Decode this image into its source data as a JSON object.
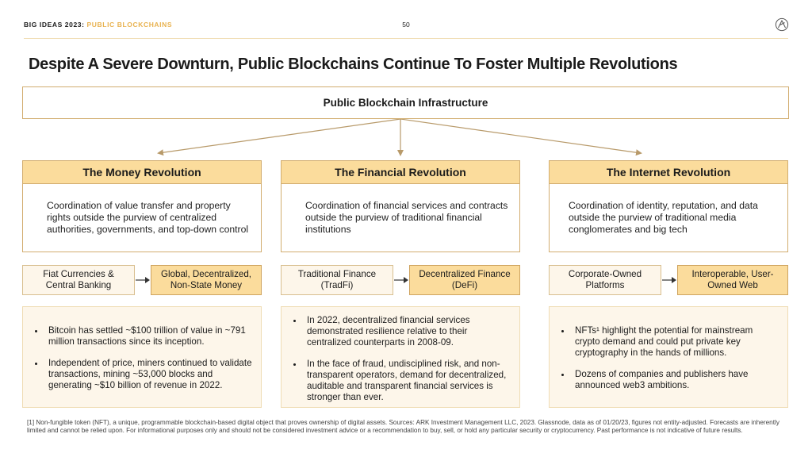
{
  "header": {
    "prefix": "BIG IDEAS 2023:",
    "section": "PUBLIC BLOCKCHAINS",
    "page_number": "50",
    "logo_icon": "ark-logo-icon"
  },
  "title": "Despite A Severe Downturn, Public Blockchains Continue To Foster Multiple Revolutions",
  "infrastructure": "Public Blockchain Infrastructure",
  "colors": {
    "accent": "#e8b24f",
    "header_fill": "#fbdc9c",
    "border": "#d2ad6f",
    "bullet_fill": "#fdf6ea"
  },
  "columns": [
    {
      "heading": "The Money Revolution",
      "description": "Coordination of value transfer and property rights outside the purview of centralized authorities, governments, and top-down control",
      "from": [
        "Fiat Currencies &",
        "Central Banking"
      ],
      "to": [
        "Global, Decentralized,",
        "Non-State Money"
      ],
      "bullets": [
        "Bitcoin has settled ~$100 trillion of value in ~791 million transactions since its inception.",
        "Independent of price, miners continued to validate transactions, mining ~53,000 blocks and generating ~$10 billion of revenue in 2022."
      ]
    },
    {
      "heading": "The Financial Revolution",
      "description": "Coordination of financial services and contracts outside the purview of traditional financial institutions",
      "from": [
        "Traditional Finance",
        "(TradFi)"
      ],
      "to": [
        "Decentralized Finance",
        "(DeFi)"
      ],
      "bullets": [
        "In 2022, decentralized financial services demonstrated resilience relative to their centralized counterparts in 2008-09.",
        "In the face of fraud, undisciplined risk, and non-transparent operators, demand for decentralized, auditable and transparent financial services is stronger than ever."
      ]
    },
    {
      "heading": "The Internet Revolution",
      "description": "Coordination of identity, reputation, and data outside the purview of traditional media conglomerates and big tech",
      "from": [
        "Corporate-Owned",
        "Platforms"
      ],
      "to": [
        "Interoperable, User-",
        "Owned Web"
      ],
      "bullets": [
        "NFTs¹ highlight the potential for mainstream crypto demand and could put private key cryptography in the hands of millions.",
        "Dozens of companies and publishers have announced web3 ambitions."
      ]
    }
  ],
  "footnote": "[1] Non-fungible token (NFT), a unique, programmable blockchain-based digital object that proves ownership of digital assets. Sources: ARK Investment Management LLC, 2023. Glassnode, data as of 01/20/23, figures not entity-adjusted. Forecasts are inherently limited and cannot be relied upon. For informational purposes only and should not be considered investment advice or a recommendation to buy, sell, or hold any particular security or cryptocurrency. Past performance is not indicative of future results."
}
